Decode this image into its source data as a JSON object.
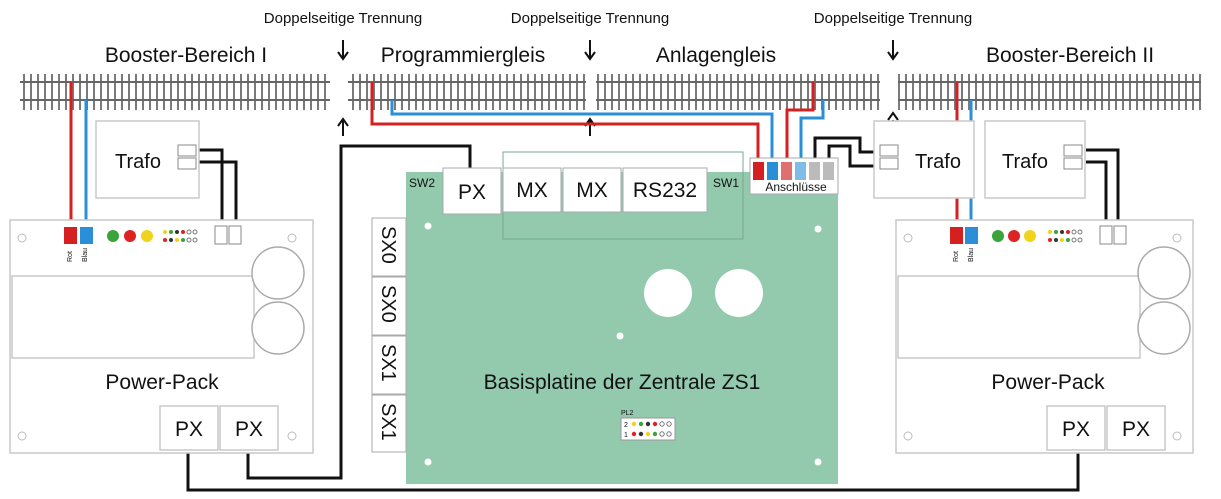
{
  "separators": {
    "label": "Doppelseitige Trennung",
    "label_2": "Doppelseitige Trennung",
    "label_3": "Doppelseitige Trennung"
  },
  "sections": {
    "booster1": "Booster-Bereich I",
    "programming": "Programmiergleis",
    "layout": "Anlagengleis",
    "booster2": "Booster-Bereich II"
  },
  "left_transformer": {
    "label": "Trafo"
  },
  "right_transformers": {
    "label_a": "Trafo",
    "label_b": "Trafo"
  },
  "left_power_pack": {
    "label": "Power-Pack",
    "terminal_red": "Rot",
    "terminal_blue": "Blau",
    "px1": "PX",
    "px2": "PX"
  },
  "right_power_pack": {
    "label": "Power-Pack",
    "terminal_red": "Rot",
    "terminal_blue": "Blau",
    "px1": "PX",
    "px2": "PX"
  },
  "central_board": {
    "title": "Basisplatine der Zentrale ZS1",
    "sw2": "SW2",
    "sw1": "SW1",
    "px": "PX",
    "mx1": "MX",
    "mx2": "MX",
    "rs232": "RS232",
    "connections": "Anschlüsse",
    "sx_ports": [
      "SX0",
      "SX0",
      "SX1",
      "SX1"
    ],
    "pl2": "PL2",
    "pl2_row1": "2",
    "pl2_row2": "1"
  },
  "colors": {
    "board": "#93c9ad",
    "wire_red": "#d42020",
    "wire_blue": "#2b8fd8",
    "wire_black": "#111111",
    "rail": "#777777",
    "led_green": "#3aa33a",
    "led_red": "#dd2222",
    "led_yellow": "#f0d31a"
  }
}
